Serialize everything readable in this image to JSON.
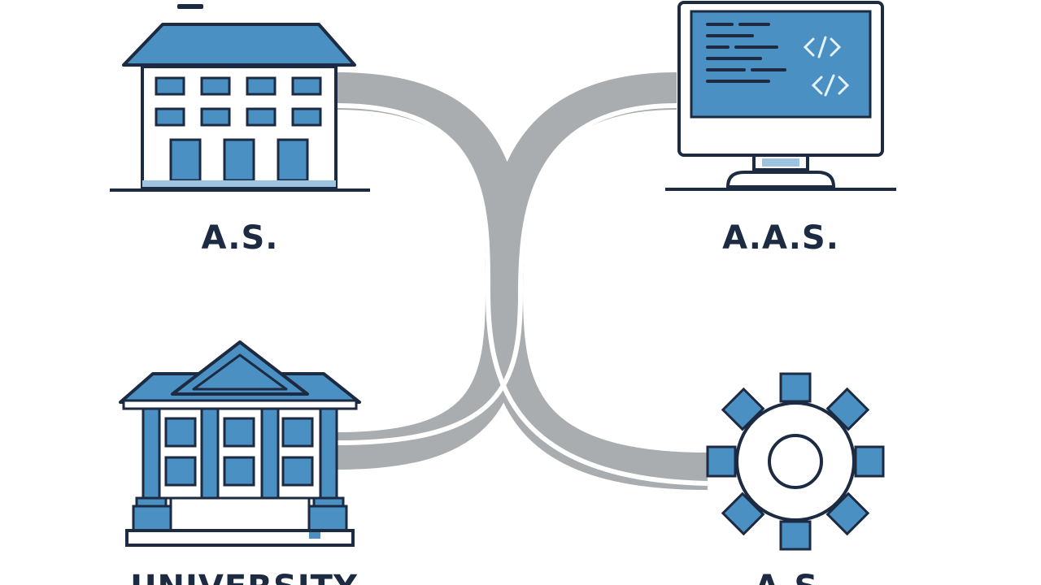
{
  "nodes": {
    "top_left": {
      "label": "A.S.",
      "icon": "school-building-icon"
    },
    "top_right": {
      "label": "A.A.S.",
      "icon": "computer-monitor-icon"
    },
    "bottom_left": {
      "label": "UNIVERSITY",
      "icon": "university-building-icon"
    },
    "bottom_right": {
      "label": "A.S.",
      "icon": "gear-icon"
    }
  },
  "colors": {
    "outline": "#1c2a42",
    "fill_blue": "#4a90c2",
    "fill_light": "#ffffff",
    "connector_gray": "#a9adb0"
  }
}
